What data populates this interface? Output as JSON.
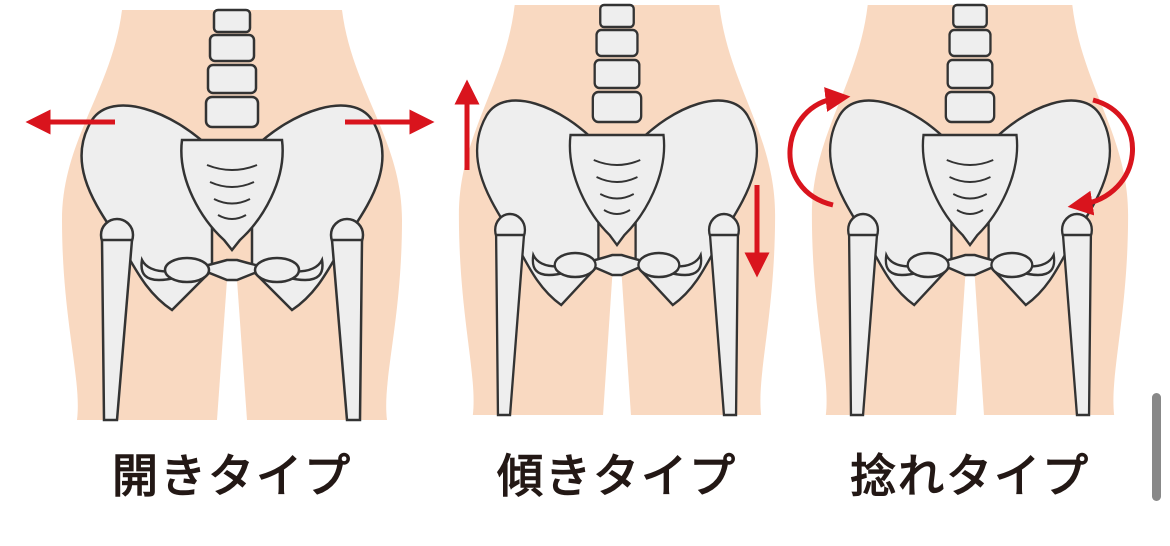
{
  "panels": [
    {
      "label": "開きタイプ",
      "arrows": "outward"
    },
    {
      "label": "傾きタイプ",
      "arrows": "tilt"
    },
    {
      "label": "捻れタイプ",
      "arrows": "twist"
    }
  ],
  "colors": {
    "skin": "#f9d9c1",
    "bone": "#eeeeee",
    "outline": "#333333",
    "arrow": "#d9141d"
  }
}
